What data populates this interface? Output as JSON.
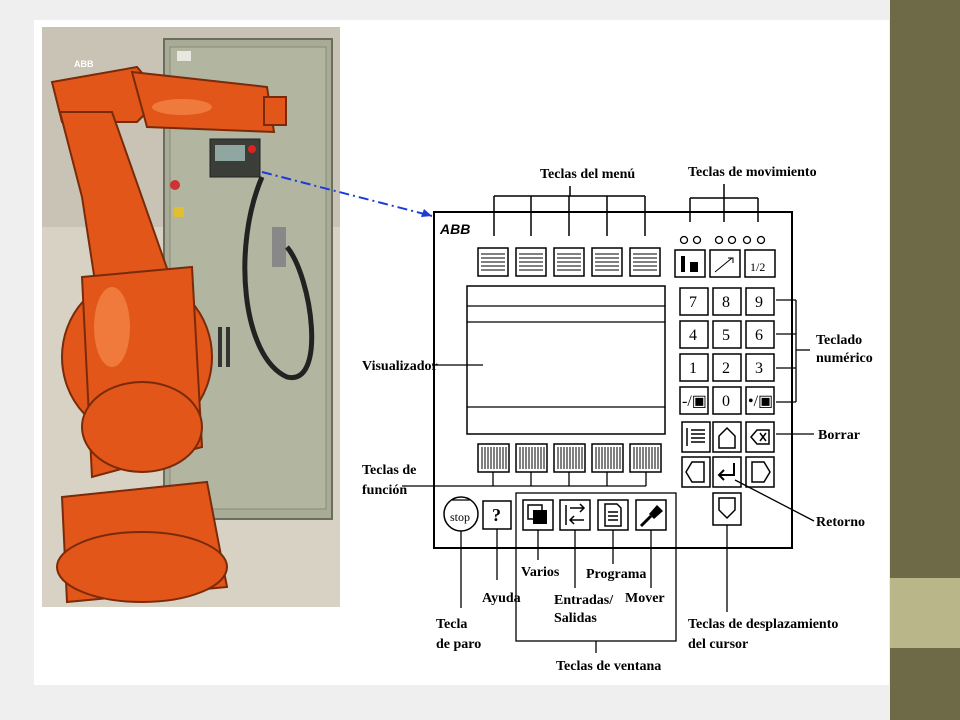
{
  "colors": {
    "side_bar": "#6e6a48",
    "side_accent": "#b9b68a",
    "robot_orange": "#e2561a",
    "cabinet": "#a8ab96",
    "link_arrow": "#1a3cd8"
  },
  "pendant": {
    "brand": "ABB",
    "keypad_rows": [
      [
        "7",
        "8",
        "9"
      ],
      [
        "4",
        "5",
        "6"
      ],
      [
        "1",
        "2",
        "3"
      ],
      [
        "-/▣",
        "0",
        "•/▣"
      ]
    ],
    "stop_key": "stop",
    "help_key": "?"
  },
  "labels": {
    "menu_keys": "Teclas del menú",
    "motion_keys": "Teclas de movimiento",
    "display": "Visualizador",
    "numeric_keypad_1": "Teclado",
    "numeric_keypad_2": "numérico",
    "delete": "Borrar",
    "function_keys_1": "Teclas de",
    "function_keys_2": "función",
    "enter": "Retorno",
    "misc": "Varios",
    "program": "Programa",
    "help": "Ayuda",
    "io_1": "Entradas/",
    "io_2": "Salidas",
    "move": "Mover",
    "stop_key_1": "Tecla",
    "stop_key_2": "de paro",
    "window_keys": "Teclas de ventana",
    "cursor_keys_1": "Teclas de desplazamiento",
    "cursor_keys_2": "del cursor"
  }
}
